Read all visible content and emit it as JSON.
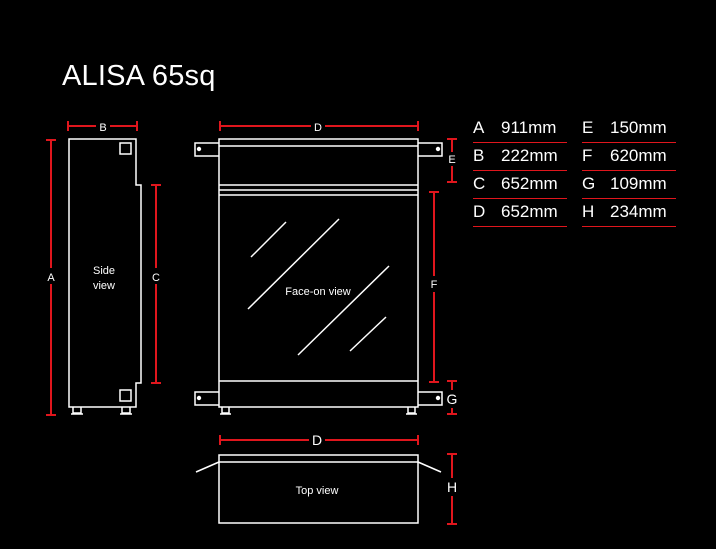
{
  "title": "ALISA 65sq",
  "diagram": {
    "views": {
      "side": [
        "Side",
        "view"
      ],
      "face": "Face-on view",
      "top": "Top view"
    },
    "dimension_letters": {
      "A": "A",
      "B": "B",
      "C": "C",
      "D": "D",
      "E": "E",
      "F": "F",
      "G": "G",
      "H": "H"
    },
    "colors": {
      "background": "#000000",
      "lines": "#ffffff",
      "dimension": "#e0161d"
    }
  },
  "specs": [
    {
      "letter": "A",
      "value": "911mm"
    },
    {
      "letter": "B",
      "value": "222mm"
    },
    {
      "letter": "C",
      "value": "652mm"
    },
    {
      "letter": "D",
      "value": "652mm"
    },
    {
      "letter": "E",
      "value": "150mm"
    },
    {
      "letter": "F",
      "value": "620mm"
    },
    {
      "letter": "G",
      "value": "109mm"
    },
    {
      "letter": "H",
      "value": "234mm"
    }
  ]
}
